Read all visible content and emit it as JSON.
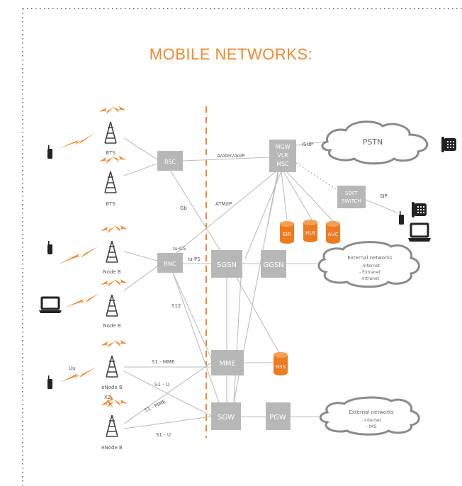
{
  "title": "MOBILE NETWORKS:",
  "colors": {
    "accent": "#f0892a",
    "node": "#b7b7b7",
    "database": "#ee7a22",
    "line": "#bdbdbd"
  },
  "towers": [
    {
      "label": "BTS"
    },
    {
      "label": "BTS"
    },
    {
      "label": "Node B"
    },
    {
      "label": "Node B"
    },
    {
      "label": "eNode B"
    },
    {
      "label": "eNode B"
    }
  ],
  "nodes": {
    "bsc": "BSC",
    "rnc": "RNC",
    "mgw": [
      "MGW",
      "VLR",
      "MSC"
    ],
    "softswitch": [
      "SOFT",
      "SWITCH"
    ],
    "sgsn": "SGSN",
    "ggsn": "GGSN",
    "mme": "MME",
    "sgw": "SGW",
    "pgw": "PGW"
  },
  "databases": {
    "eir": "EIR",
    "hlr": "HLR",
    "auc": "AUC",
    "hss": "HSS"
  },
  "clouds": {
    "pstn": {
      "title": "PSTN"
    },
    "ext1": {
      "title": "External networks",
      "items": [
        "- Internet",
        "- Extranet",
        "-Intranet"
      ]
    },
    "ext2": {
      "title": "External networks",
      "items": [
        "- Internet",
        "- IMS"
      ]
    }
  },
  "interfaces": {
    "a_ater": "A/Ater/AoIP",
    "isup": "ISUP",
    "sip": "SIP",
    "gb": "Gb",
    "atm_ip": "ATM/IP",
    "iu_cs": "Iu-CS",
    "iu_ps": "Iu-PS",
    "s12": "S12",
    "s1_mme_1": "S1 - MME",
    "s1_u_1": "S1 - U",
    "s1_mme_2": "S1 - MME",
    "s1_u_2": "S1 - U",
    "uu": "Uu",
    "x2": "X2"
  },
  "devices": [
    "mobile-phone",
    "mobile-phone",
    "laptop",
    "mobile-phone",
    "desk-phone",
    "desk-phone",
    "mobile-phone",
    "laptop"
  ]
}
